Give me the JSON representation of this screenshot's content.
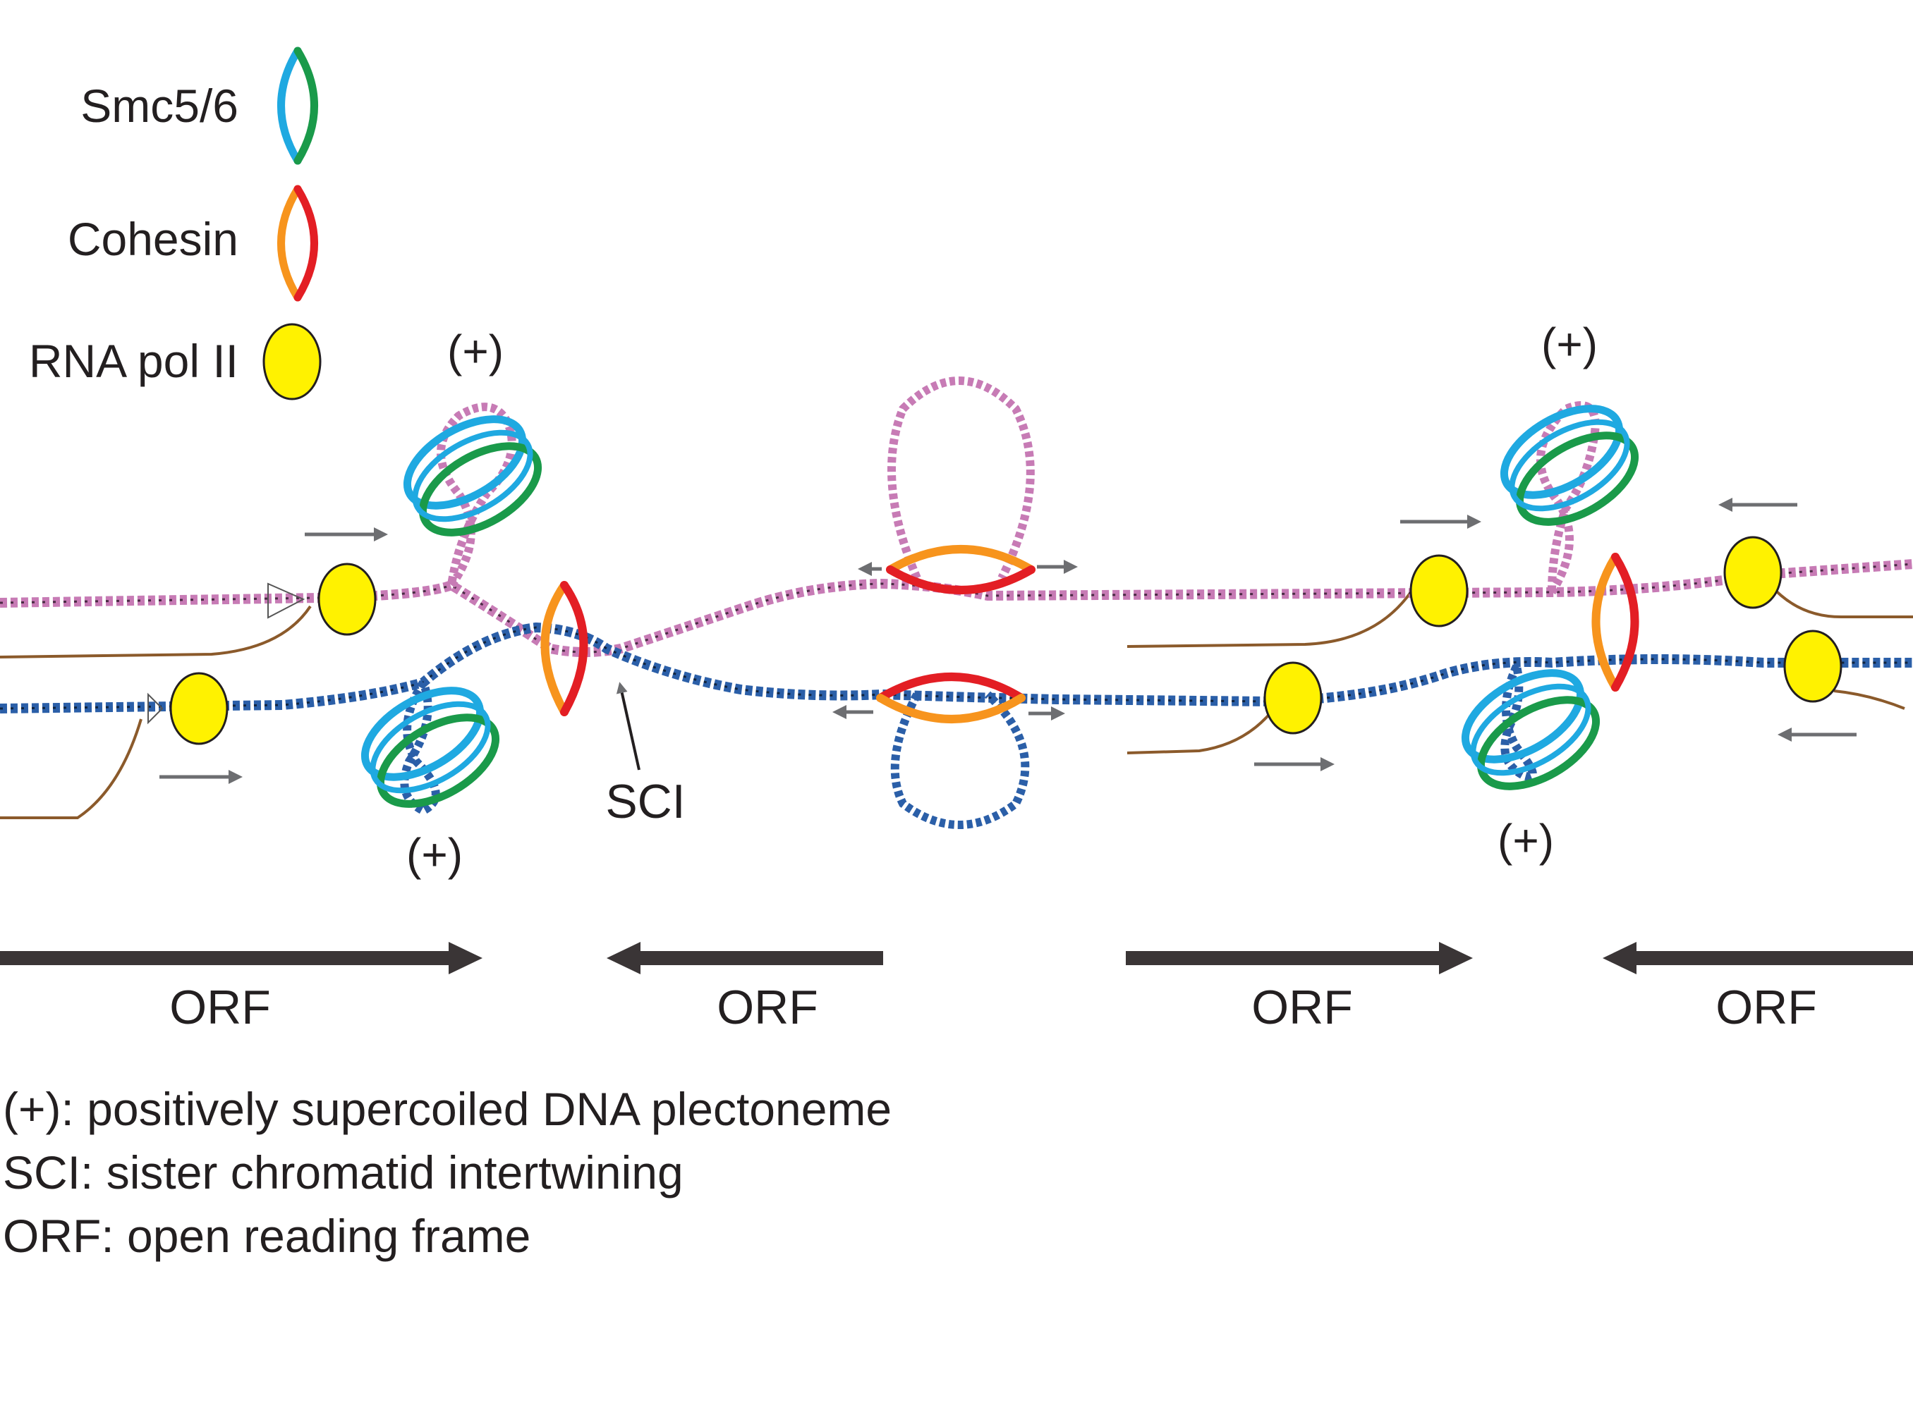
{
  "legend": {
    "smc56": "Smc5/6",
    "cohesin": "Cohesin",
    "rnapol": "RNA pol II"
  },
  "plectoneme_labels": {
    "left_top": "(+)",
    "left_bottom": "(+)",
    "right_top": "(+)",
    "right_bottom": "(+)"
  },
  "sci_label": "SCI",
  "orf_labels": [
    "ORF",
    "ORF",
    "ORF",
    "ORF"
  ],
  "definitions": [
    "(+): positively supercoiled DNA plectoneme",
    "SCI: sister chromatid intertwining",
    "ORF: open reading frame"
  ],
  "colors": {
    "smc_blue": "#1fa9e1",
    "smc_green": "#1a9a4a",
    "cohesin_orange": "#f7941d",
    "cohesin_red": "#e31e24",
    "rnapol_yellow": "#fff200",
    "dna_pink": "#c77bb5",
    "dna_blue": "#2b5fa8",
    "rna_brown": "#8b5a2b",
    "arrow_gray": "#6d6e71",
    "orf_dark": "#3a3536"
  }
}
